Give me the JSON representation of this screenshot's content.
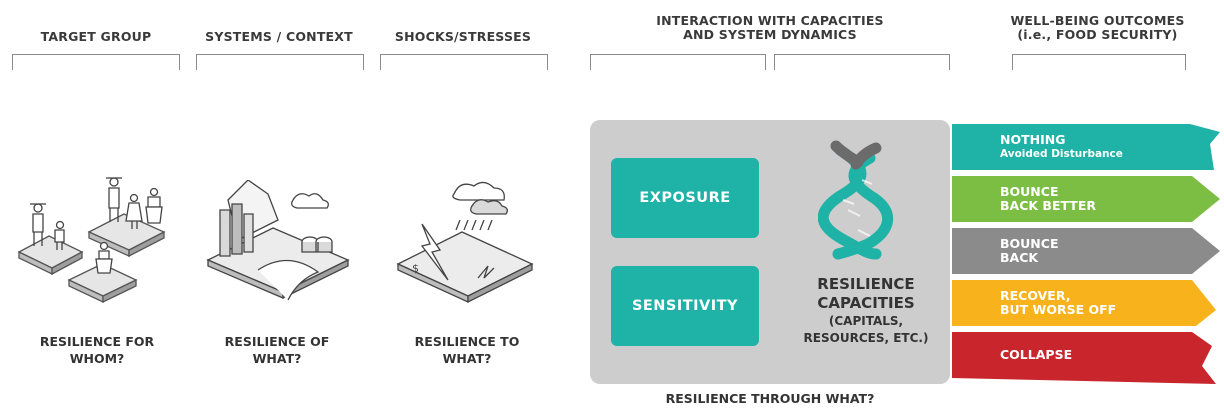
{
  "headers": {
    "target_group": "TARGET GROUP",
    "systems_context": "SYSTEMS / CONTEXT",
    "shocks_stresses": "SHOCKS/STRESSES",
    "interaction_line1": "INTERACTION WITH CAPACITIES",
    "interaction_line2": "AND SYSTEM DYNAMICS",
    "wellbeing_line1": "WELL-BEING OUTCOMES",
    "wellbeing_line2": "(i.e., FOOD SECURITY)"
  },
  "questions": {
    "whom_line1": "RESILIENCE FOR",
    "whom_line2": "WHOM?",
    "of_what_line1": "RESILIENCE OF",
    "of_what_line2": "WHAT?",
    "to_what_line1": "RESILIENCE TO",
    "to_what_line2": "WHAT?",
    "through_what": "RESILIENCE THROUGH WHAT?"
  },
  "capacities": {
    "exposure": "EXPOSURE",
    "sensitivity": "SENSITIVITY",
    "title_line1": "RESILIENCE",
    "title_line2": "CAPACITIES",
    "sub_line1": "(CAPITALS,",
    "sub_line2": "RESOURCES, ETC.)"
  },
  "outcomes": [
    {
      "line1": "NOTHING",
      "line2": "Avoided Disturbance",
      "color": "#1fb2a6"
    },
    {
      "line1": "BOUNCE",
      "line2": "BACK BETTER",
      "color": "#7cbd43"
    },
    {
      "line1": "BOUNCE",
      "line2": "BACK",
      "color": "#8b8b8b"
    },
    {
      "line1": "RECOVER,",
      "line2": "BUT WORSE OFF",
      "color": "#f8b21c"
    },
    {
      "line1": "COLLAPSE",
      "line2": "",
      "color": "#c8262c"
    }
  ],
  "colors": {
    "teal": "#1fb2a6",
    "panel_gray": "#cdcdcd",
    "dark_gray": "#6b6b6b"
  }
}
